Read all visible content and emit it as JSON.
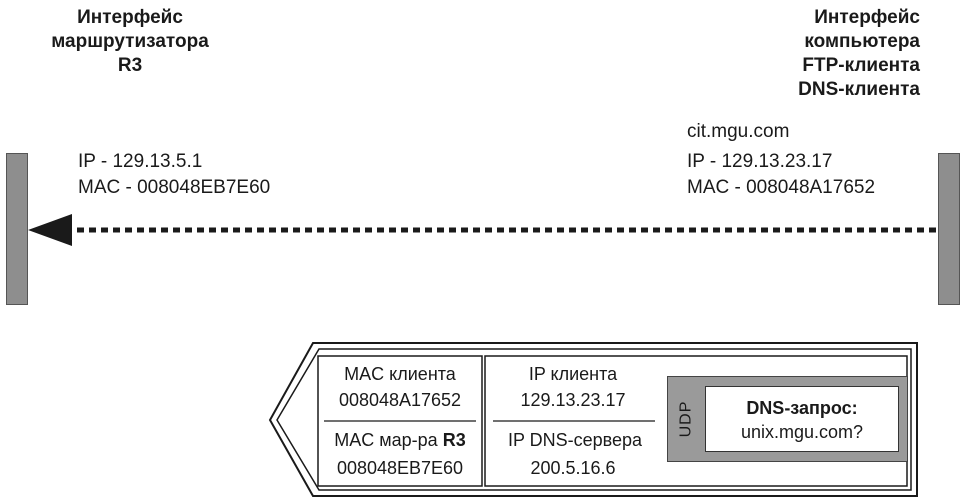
{
  "left_interface": {
    "title_lines": [
      "Интерфейс",
      "маршрутизатора",
      "R3"
    ],
    "ip": "IP - 129.13.5.1",
    "mac": "MAC - 008048EB7E60"
  },
  "right_interface": {
    "title_lines": [
      "Интерфейс",
      "компьютера",
      "FTP-клиента",
      "DNS-клиента"
    ],
    "hostname": "cit.mgu.com",
    "ip": "IP - 129.13.23.17",
    "mac": "MAC - 008048A17652"
  },
  "frame": {
    "mac_client_label": "MAC клиента",
    "mac_client_value": "008048A17652",
    "mac_router_label_prefix": "MAC мар-ра ",
    "mac_router_label_bold": "R3",
    "mac_router_value": "008048EB7E60",
    "ip_client_label": "IP клиента",
    "ip_client_value": "129.13.23.17",
    "ip_dns_label": "IP DNS-сервера",
    "ip_dns_value": "200.5.16.6",
    "udp_label": "UDP",
    "dns_title": "DNS-запрос:",
    "dns_query": "unix.mgu.com?"
  },
  "colors": {
    "bar_fill": "#8e8e8e",
    "udp_fill": "#9a9a9a",
    "line": "#1a1a1a"
  }
}
